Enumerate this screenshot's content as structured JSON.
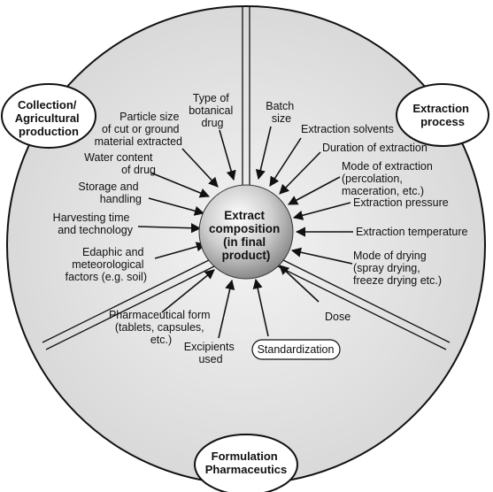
{
  "center": {
    "lines": [
      "Extract",
      "composition",
      "(in final",
      "product)"
    ]
  },
  "regions": {
    "collection": [
      "Collection/",
      "Agricultural",
      "production"
    ],
    "extraction": [
      "Extraction",
      "process"
    ],
    "formulation": [
      "Formulation",
      "Pharmaceutics"
    ]
  },
  "factors": {
    "type_of_drug": [
      "Type of",
      "botanical",
      "drug"
    ],
    "particle_size": [
      "Particle size",
      "of cut or ground",
      "material extracted"
    ],
    "water_content": [
      "Water content",
      "of drug"
    ],
    "storage": [
      "Storage and",
      "handling"
    ],
    "harvesting": [
      "Harvesting time",
      "and technology"
    ],
    "edaphic": [
      "Edaphic and",
      "meteorological",
      "factors (e.g. soil)"
    ],
    "batch_size": [
      "Batch",
      "size"
    ],
    "solvents": [
      "Extraction solvents"
    ],
    "duration": [
      "Duration of extraction"
    ],
    "mode_extraction": [
      "Mode of extraction",
      "(percolation,",
      "maceration, etc.)"
    ],
    "pressure": [
      "Extraction pressure"
    ],
    "temperature": [
      "Extraction temperature"
    ],
    "mode_drying": [
      "Mode of drying",
      "(spray drying,",
      "freeze drying etc.)"
    ],
    "dose": [
      "Dose"
    ],
    "standardization": [
      "Standardization"
    ],
    "excipients": [
      "Excipients",
      "used"
    ],
    "pharm_form": [
      "Pharmaceutical form",
      "(tablets, capsules,",
      "etc.)"
    ]
  }
}
